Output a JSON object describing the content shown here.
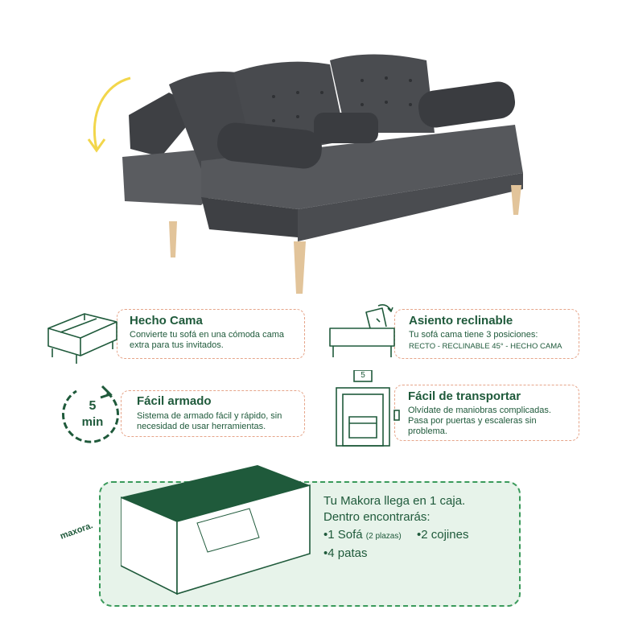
{
  "features": {
    "hecho_cama": {
      "title": "Hecho Cama",
      "line1": "Convierte tu sofá en una cómoda cama",
      "line2": "extra para tus invitados."
    },
    "asiento_reclinable": {
      "title": "Asiento reclinable",
      "line1": "Tu sofá cama tiene 3 posiciones:",
      "line2": "RECTO - RECLINABLE 45° - HECHO CAMA"
    },
    "facil_armado": {
      "title": "Fácil armado",
      "line1": "Sistema de armado fácil y rápido, sin",
      "line2": "necesidad de usar herramientas.",
      "icon_value": "5",
      "icon_unit": "min"
    },
    "facil_transportar": {
      "title": "Fácil de transportar",
      "line1": "Olvídate de maniobras complicadas.",
      "line2": "Pasa por puertas y escaleras sin",
      "line3": "problema.",
      "floor_number": "5"
    }
  },
  "box_contents": {
    "line1": "Tu Makora llega en 1 caja.",
    "line2": "Dentro encontrarás:",
    "item1": "•1 Sofá",
    "item1_note": "(2 plazas)",
    "item2": "•2 cojines",
    "item3": "•4 patas"
  },
  "box_brand": "maxora.",
  "colors": {
    "brand_green": "#1f5a3b",
    "dashed_orange": "#e6a58a",
    "dashed_green": "#3a9a5b",
    "panel_bg": "#e7f3ea",
    "sofa_fabric": "#4a4c50",
    "leg_wood": "#e2c49a",
    "arrow_yellow": "#f2d64b"
  }
}
